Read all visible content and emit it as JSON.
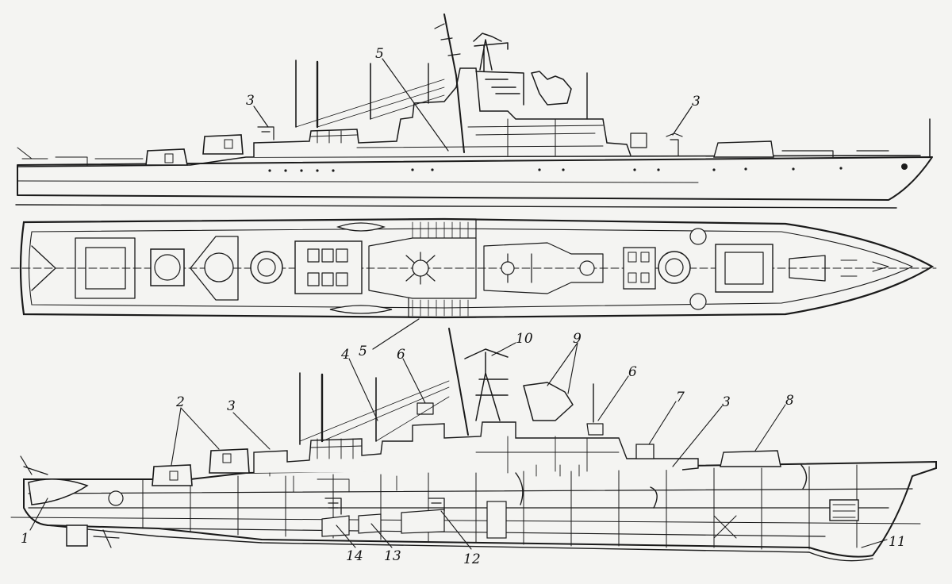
{
  "figure": {
    "views": {
      "side_view": {
        "callouts": [
          "3",
          "5",
          "3"
        ]
      },
      "plan_view": {
        "callouts": [
          "5"
        ]
      },
      "profile_section": {
        "callouts": [
          "1",
          "2",
          "3",
          "4",
          "6",
          "10",
          "9",
          "6",
          "7",
          "3",
          "8",
          "11",
          "12",
          "13",
          "14"
        ]
      }
    },
    "labels": {
      "side_3a": "3",
      "side_5": "5",
      "side_3b": "3",
      "plan_5": "5",
      "sec_1": "1",
      "sec_2": "2",
      "sec_3a": "3",
      "sec_4": "4",
      "sec_6a": "6",
      "sec_10": "10",
      "sec_9": "9",
      "sec_6b": "6",
      "sec_7": "7",
      "sec_3b": "3",
      "sec_8": "8",
      "sec_11": "11",
      "sec_12": "12",
      "sec_13": "13",
      "sec_14": "14"
    },
    "colors": {
      "ink": "#1a1a1a",
      "paper": "#f4f4f2"
    }
  }
}
